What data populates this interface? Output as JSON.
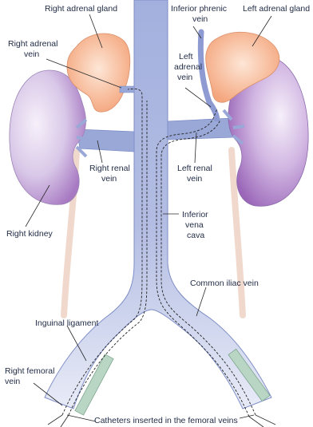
{
  "labels": {
    "right_adrenal_gland": "Right adrenal gland",
    "inferior_phrenic_vein": [
      "Inferior phrenic",
      "vein"
    ],
    "left_adrenal_gland": "Left adrenal gland",
    "right_adrenal_vein": [
      "Right adrenal",
      "vein"
    ],
    "left_adrenal_vein": [
      "Left",
      "adrenal",
      "vein"
    ],
    "right_renal_vein": [
      "Right renal",
      "vein"
    ],
    "left_renal_vein": [
      "Left renal",
      "vein"
    ],
    "right_kidney": "Right kidney",
    "inferior_vena_cava": [
      "Inferior",
      "vena",
      "cava"
    ],
    "common_iliac_vein": "Common iliac vein",
    "inguinal_ligament": "Inguinal ligament",
    "right_femoral_vein": [
      "Right femoral",
      "vein"
    ],
    "catheters": "Catheters inserted in the femoral veins"
  },
  "colors": {
    "vein": "#9aa8d8",
    "vein_light": "#c9cfea",
    "kidney": "#d9c8e8",
    "kidney_dark": "#a779c2",
    "adrenal": "#f7b994",
    "ligament": "#b9d6c4",
    "ureter": "#f0d9cc"
  }
}
